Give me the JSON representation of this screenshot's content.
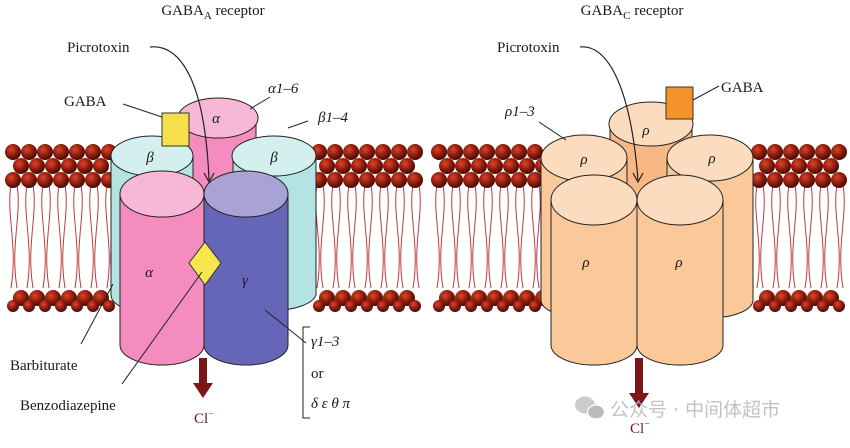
{
  "figure": {
    "panels": [
      {
        "id": "gaba-a",
        "title_main": "GABA",
        "title_sub": "A",
        "title_rest": " receptor",
        "labels": {
          "picrotoxin": "Picrotoxin",
          "gaba": "GABA",
          "alpha_family": "α1–6",
          "beta_family": "β1–4",
          "barbiturate": "Barbiturate",
          "benzodiazepine": "Benzodiazepine",
          "gamma_family_line1": "γ1–3",
          "gamma_family_line2": "or",
          "gamma_family_line3": "δ ε θ π",
          "ion": "Cl",
          "ion_charge": "−"
        },
        "subunits": {
          "back_alpha": "α",
          "beta_left": "β",
          "beta_right": "β",
          "front_alpha": "α",
          "front_gamma": "γ"
        },
        "colors": {
          "alpha": "#f48cc0",
          "alpha_top": "#f7b8d8",
          "beta": "#b4e4e2",
          "beta_top": "#d3f0ee",
          "gamma": "#6666b8",
          "gamma_top": "#a9a2d4",
          "gaba_ligand": "#f5e04a",
          "benzodiazepine_ligand": "#f7e64e"
        }
      },
      {
        "id": "gaba-c",
        "title_main": "GABA",
        "title_sub": "C",
        "title_rest": " receptor",
        "labels": {
          "picrotoxin": "Picrotoxin",
          "gaba": "GABA",
          "rho_family": "ρ1–3",
          "ion": "Cl",
          "ion_charge": "−"
        },
        "subunits": {
          "back": "ρ",
          "left": "ρ",
          "right": "ρ",
          "front_left": "ρ",
          "front_right": "ρ"
        },
        "colors": {
          "rho": "#fbc89a",
          "rho_top": "#fcdcbe",
          "gaba_ligand": "#f5922a"
        }
      }
    ],
    "membrane_colors": {
      "head": "#8e1a0c",
      "tail": "#c0393a"
    },
    "ion_arrow_color": "#7a1616",
    "watermark": {
      "text": "公众号 · 中间体超市",
      "icon": "wechat-icon"
    }
  }
}
